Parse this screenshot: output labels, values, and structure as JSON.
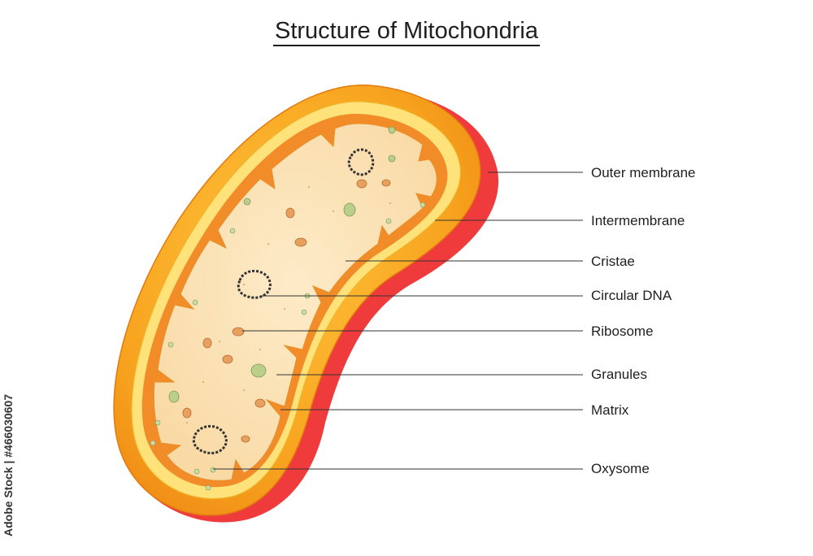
{
  "title": "Structure of Mitochondria",
  "watermark_text": "Adobe Stock | #466030607",
  "colors": {
    "outer_shadow": "#ef3b3b",
    "outer_membrane": "#f5a11c",
    "intermembrane": "#ffe37a",
    "inner_membrane": "#f28c28",
    "matrix": "#fde6bf",
    "leader_line": "#333333"
  },
  "labels": [
    {
      "id": "outer-membrane",
      "text": "Outer membrane"
    },
    {
      "id": "intermembrane",
      "text": "Intermembrane"
    },
    {
      "id": "cristae",
      "text": "Cristae"
    },
    {
      "id": "circular-dna",
      "text": "Circular DNA"
    },
    {
      "id": "ribosome",
      "text": "Ribosome"
    },
    {
      "id": "granules",
      "text": "Granules"
    },
    {
      "id": "matrix",
      "text": "Matrix"
    },
    {
      "id": "oxysome",
      "text": "Oxysome"
    }
  ]
}
